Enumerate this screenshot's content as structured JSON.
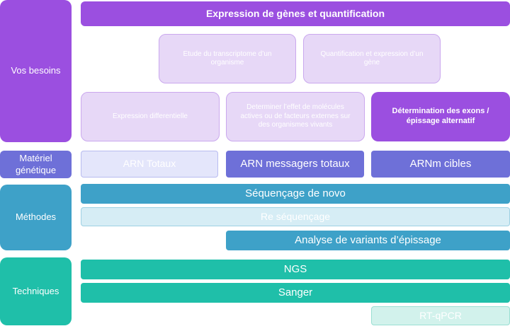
{
  "labels": {
    "needs": "Vos besoins",
    "material": "Matériel génétique",
    "methods": "Méthodes",
    "techniques": "Techniques"
  },
  "needs": {
    "header": "Expression de gènes et quantification",
    "transcriptome": "Etude du transcriptome d’un organisme",
    "gene_quant": "Quantification et expression d’un gène",
    "differential": "Expression differentielle",
    "molecules_effect": "Determiner l’effet de molécules actives ou de facteurs externes sur des organismes vivants",
    "exons": "Détermination des exons / épissage alternatif"
  },
  "material": {
    "total_rna": "ARN Totaux",
    "total_mrna": "ARN messagers totaux",
    "target_mrna": "ARNm cibles"
  },
  "methods": {
    "de_novo": "Séquençage de novo",
    "resequencing": "Re séquençage",
    "splice_variants": "Analyse de variants d’épissage"
  },
  "techniques": {
    "ngs": "NGS",
    "sanger": "Sanger",
    "rt_qpcr": "RT-qPCR"
  },
  "colors": {
    "violet": "#9b4fe0",
    "indigo": "#6e70d8",
    "cyan": "#3ea1c8",
    "teal": "#1fbfa9"
  }
}
